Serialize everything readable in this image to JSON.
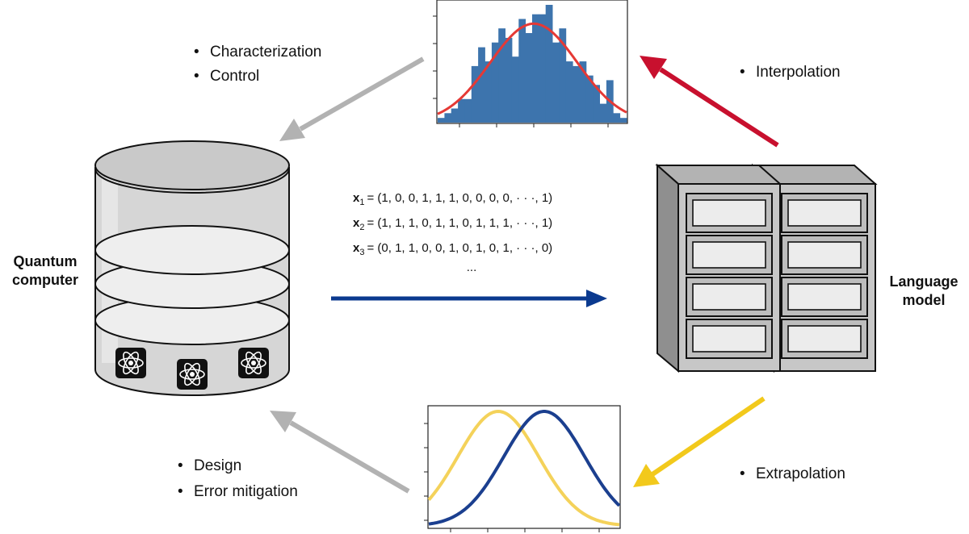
{
  "labels": {
    "quantum_computer": [
      "Quantum",
      "computer"
    ],
    "language_model": [
      "Language",
      "model"
    ]
  },
  "bullets": {
    "top_left": [
      "Characterization",
      "Control"
    ],
    "top_right": [
      "Interpolation"
    ],
    "bottom_left": [
      "Design",
      "Error mitigation"
    ],
    "bottom_right": [
      "Extrapolation"
    ]
  },
  "sequences": [
    {
      "var": "x",
      "sub": "1",
      "value": "= (1, 0, 0, 1, 1, 1, 0, 0, 0, 0, · · ·, 1)"
    },
    {
      "var": "x",
      "sub": "2",
      "value": "= (1, 1, 1, 0, 1, 1, 0, 1, 1, 1, · · ·, 1)"
    },
    {
      "var": "x",
      "sub": "3",
      "value": "= (0, 1, 1, 0, 0, 1, 0, 1, 0, 1, · · ·, 0)"
    }
  ],
  "sequences_ellipsis": "...",
  "histogram": {
    "bars": [
      1,
      2,
      3,
      5,
      5,
      12,
      16,
      13,
      17,
      20,
      18,
      14,
      22,
      19,
      23,
      23,
      25,
      17,
      20,
      13,
      12,
      13,
      10,
      8,
      4,
      9,
      2,
      1
    ],
    "fit_peak": 21
  },
  "colors": {
    "hist_bar": "#3d74ad",
    "hist_fit": "#e53935",
    "curve_yellow": "#f4d25a",
    "curve_blue": "#1b3f8f",
    "arrow_gray": "#b2b2b2",
    "arrow_red": "#c8102e",
    "arrow_blue": "#0b3a8f",
    "arrow_yellow": "#f2c91c"
  },
  "icons": [
    "atom-icon",
    "atom-icon",
    "atom-icon"
  ]
}
